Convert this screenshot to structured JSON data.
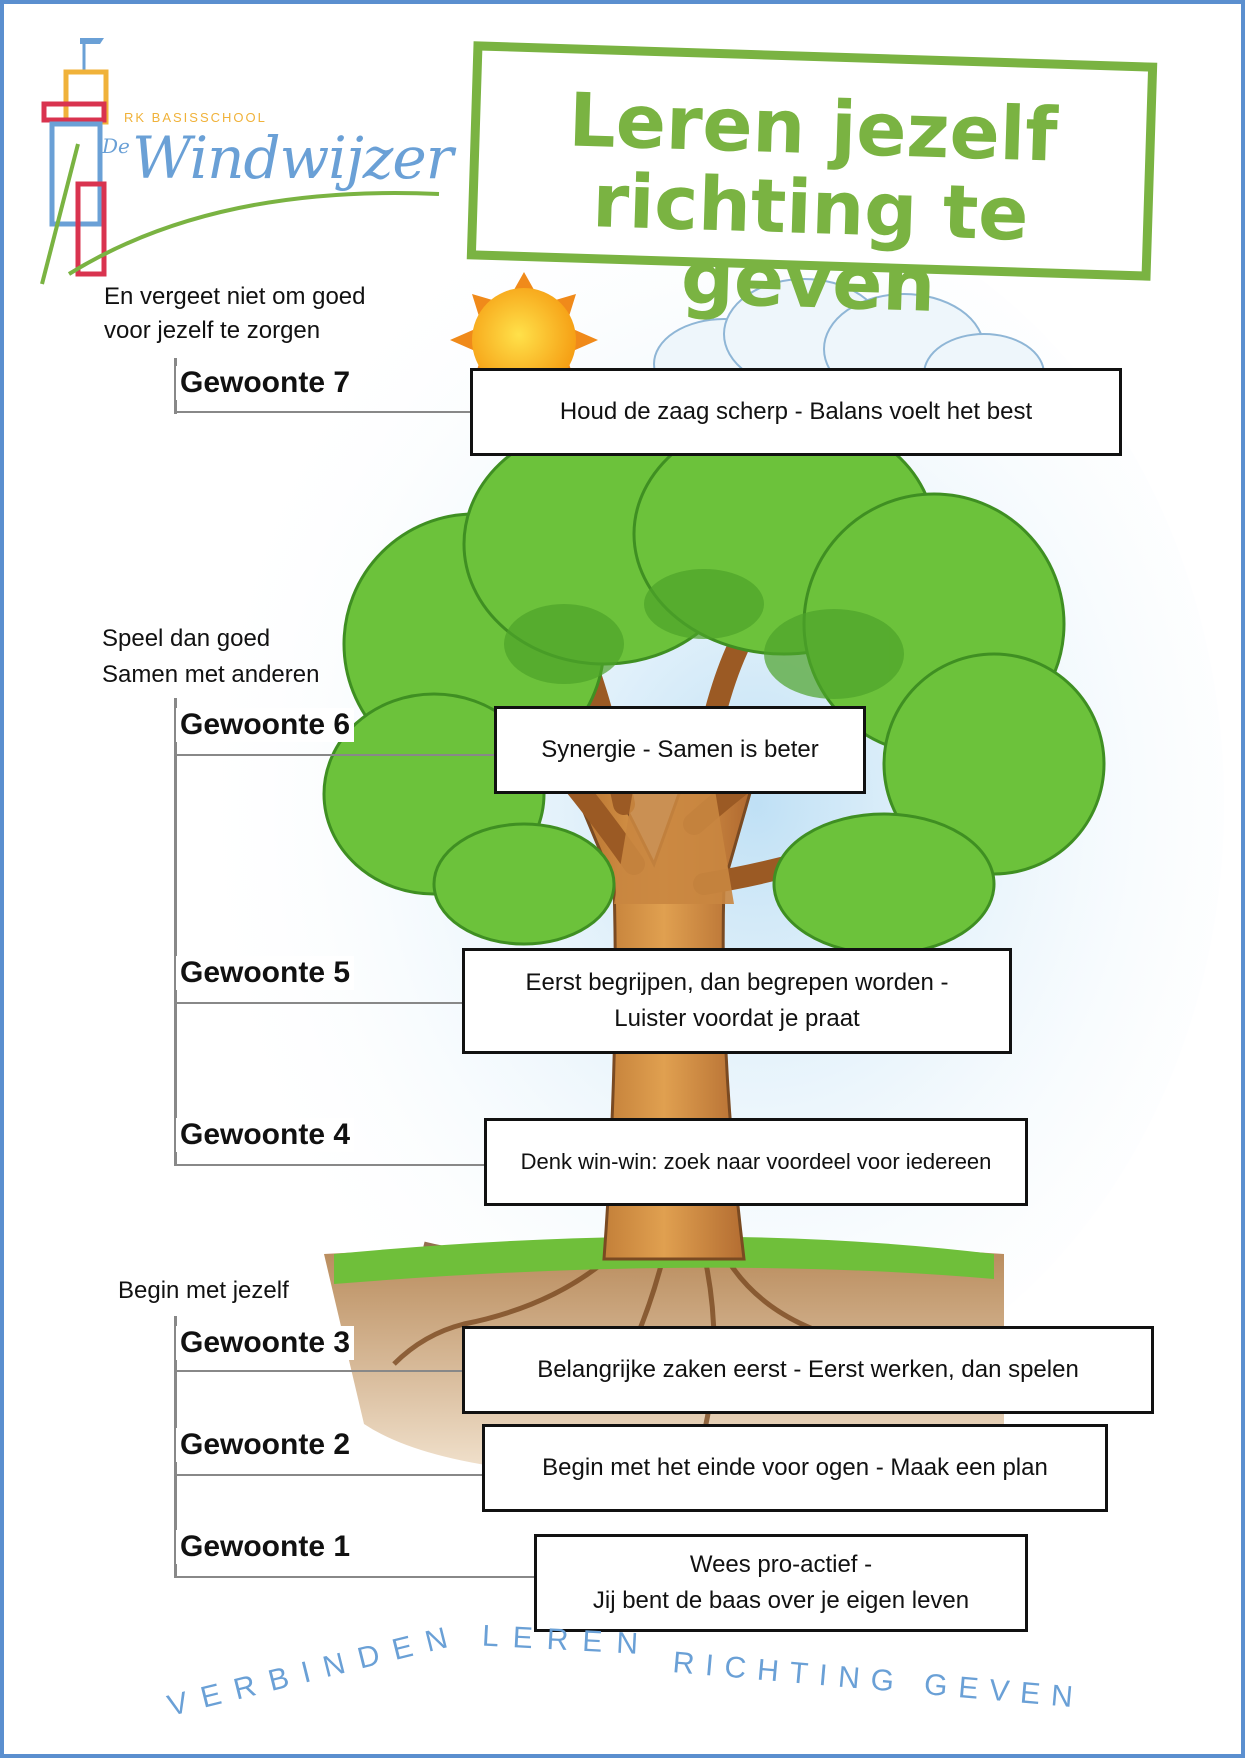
{
  "logo": {
    "top_line": "RK BASISSCHOOL",
    "prefix": "De",
    "name": "Windwijzer"
  },
  "title": {
    "line1": "Leren jezelf",
    "line2": "richting te geven"
  },
  "sections": {
    "top_caption_1": "En vergeet niet om goed",
    "top_caption_2": "voor jezelf te zorgen",
    "mid_caption_1": "Speel dan goed",
    "mid_caption_2": "Samen met anderen",
    "bottom_caption": "Begin met jezelf"
  },
  "habits": [
    {
      "label": "Gewoonte 7",
      "text": "Houd de zaag scherp - Balans voelt het best"
    },
    {
      "label": "Gewoonte 6",
      "text": "Synergie - Samen is beter"
    },
    {
      "label": "Gewoonte 5",
      "text": "Eerst begrijpen, dan begrepen worden -\nLuister voordat je praat"
    },
    {
      "label": "Gewoonte 4",
      "text": "Denk win-win: zoek naar voordeel voor iedereen"
    },
    {
      "label": "Gewoonte 3",
      "text": "Belangrijke zaken eerst - Eerst werken, dan spelen"
    },
    {
      "label": "Gewoonte 2",
      "text": "Begin met het einde voor ogen - Maak een plan"
    },
    {
      "label": "Gewoonte 1",
      "text": "Wees pro-actief -\nJij bent de baas over je eigen leven"
    }
  ],
  "footer": {
    "word1": "VERBINDEN",
    "word2": "LEREN",
    "word3": "RICHTING GEVEN"
  },
  "colors": {
    "border": "#5b8fcf",
    "title_green": "#7ab342",
    "logo_blue": "#6aa0d6",
    "logo_orange": "#f0b23a"
  }
}
